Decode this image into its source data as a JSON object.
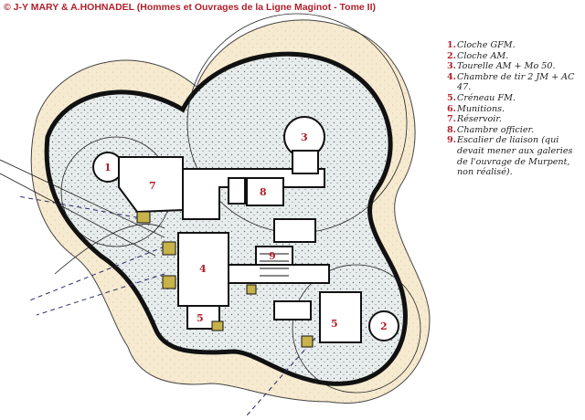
{
  "credit": "© J-Y MARY & A.HOHNADEL (Hommes et Ouvrages de la Ligne Maginot - Tome II)",
  "legend": [
    {
      "num": "1.",
      "text": "Cloche GFM."
    },
    {
      "num": "2.",
      "text": "Cloche AM."
    },
    {
      "num": "3.",
      "text": "Tourelle AM + Mo 50."
    },
    {
      "num": "4.",
      "text": "Chambre de tir 2 JM + AC 47."
    },
    {
      "num": "5.",
      "text": "Créneau FM."
    },
    {
      "num": "6.",
      "text": "Munitions."
    },
    {
      "num": "7.",
      "text": "Réservoir."
    },
    {
      "num": "8.",
      "text": "Chambre officier."
    },
    {
      "num": "9.",
      "text": "Escalier de liaison (qui devait mener aux galeries de l'ouvrage de Murpent, non réalisé)."
    }
  ],
  "rooms": {
    "r1": "1",
    "r2": "2",
    "r3": "3",
    "r4": "4",
    "r5a": "5",
    "r5b": "5",
    "r7": "7",
    "r8": "8",
    "r9": "9"
  },
  "colors": {
    "accent": "#b0202a",
    "concrete": "#e7ecec",
    "earth": "#f6ead0",
    "wall": "#111111"
  }
}
